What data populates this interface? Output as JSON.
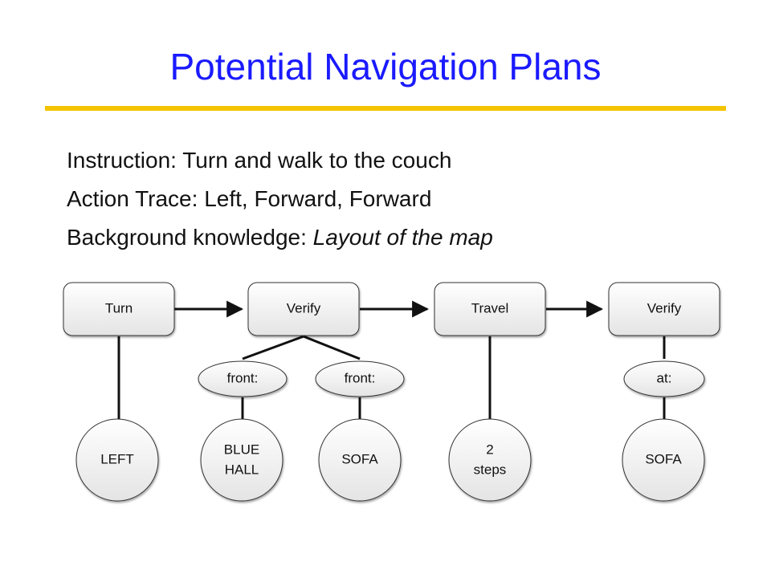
{
  "title": "Potential Navigation Plans",
  "bullets": {
    "instruction": {
      "label": "Instruction:",
      "value": "Turn and walk to the couch"
    },
    "action_trace": {
      "label": "Action Trace:",
      "value": "Left, Forward, Forward"
    },
    "background": {
      "label": "Background knowledge:",
      "value": "Layout of the map"
    }
  },
  "diagram": {
    "actions": [
      "Turn",
      "Verify",
      "Travel",
      "Verify"
    ],
    "relations": [
      "front:",
      "front:",
      "at:"
    ],
    "arguments": {
      "left": [
        "LEFT"
      ],
      "blue_hall": [
        "BLUE",
        "HALL"
      ],
      "sofa_1": [
        "SOFA"
      ],
      "steps": [
        "2",
        "steps"
      ],
      "sofa_2": [
        "SOFA"
      ]
    }
  },
  "colors": {
    "title": "#1a1aff",
    "rule": "#f5c400",
    "node_fill_top": "#ffffff",
    "node_fill_bottom": "#e6e6e6",
    "edge": "#111111"
  }
}
